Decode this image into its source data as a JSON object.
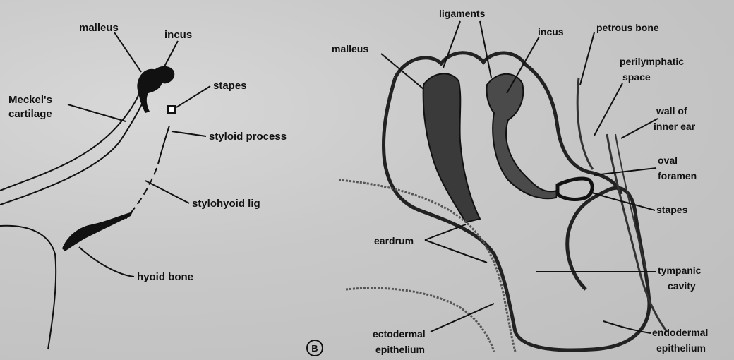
{
  "figure": {
    "panel_label": "B",
    "left_labels": {
      "malleus": "malleus",
      "incus": "incus",
      "stapes": "stapes",
      "meckels_cartilage_1": "Meckel's",
      "meckels_cartilage_2": "cartilage",
      "styloid_process": "styloid process",
      "stylohyoid_lig": "stylohyoid lig",
      "hyoid_bone": "hyoid bone"
    },
    "right_labels": {
      "ligaments": "ligaments",
      "malleus": "malleus",
      "incus": "incus",
      "petrous_bone": "petrous bone",
      "perilymphatic_1": "perilymphatic",
      "perilymphatic_2": "space",
      "wall_inner_ear_1": "wall of",
      "wall_inner_ear_2": "inner ear",
      "oval_foramen_1": "oval",
      "oval_foramen_2": "foramen",
      "stapes": "stapes",
      "eardrum": "eardrum",
      "tympanic_1": "tympanic",
      "tympanic_2": "cavity",
      "ectodermal_1": "ectodermal",
      "ectodermal_2": "epithelium",
      "endodermal_1": "endodermal",
      "endodermal_2": "epithelium"
    }
  }
}
